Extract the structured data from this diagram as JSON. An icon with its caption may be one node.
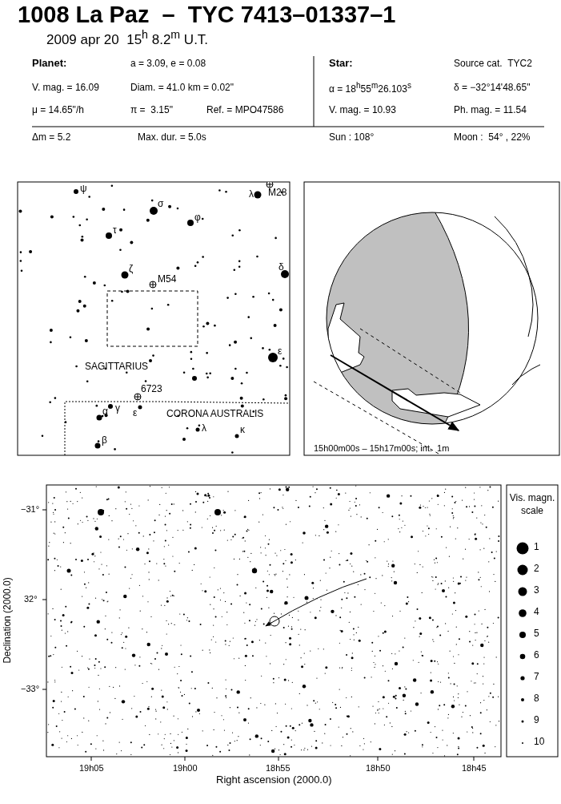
{
  "diagram": {
    "title": "1008 La Paz  –  TYC 7413–01337–1",
    "labels": [
      "2009 apr 20  15$^{h}$ 8.2$^{m}$ U.T.",
      "Planet:",
      "a = 3.09, e = 0.08",
      "Star:",
      "Source cat.  TYC2",
      "V. mag. = 16.09",
      "Diam. = 41.0 km = 0.02\"",
      "α = 18$^{h}$55$^{m}$26.103$^{s}$",
      "δ = −32°14'48.65\"",
      "μ = 14.65\"/h",
      "π =  3.15\"",
      "Ref. = MPO47586",
      "V. mag. = 10.93",
      "Ph. mag. = 11.54",
      "Δm = 5.2",
      "Max. dur. = 5.0s",
      "Sun : 108°",
      "Moon :  54° , 22%",
      "ψ",
      "σ",
      "φ",
      "τ",
      "λ",
      "M28",
      "ζ",
      "δ",
      "M54",
      "SAGITTARIUS",
      "ε",
      "6723",
      "γ",
      "α",
      "ε",
      "CORONA AUSTRALIS",
      "λ",
      "κ",
      "β",
      "15h00m00s – 15h17m00s; int.  1m",
      "−31°",
      "32°",
      "−33°",
      "19h05",
      "19h00",
      "18h55",
      "18h50",
      "18h45",
      "Declination (2000.0)",
      "Right ascension (2000.0)",
      "Vis. magn. scale"
    ],
    "legend": [
      {
        "text": "1"
      },
      {
        "text": "2"
      },
      {
        "text": "3"
      },
      {
        "text": "4"
      },
      {
        "text": "5"
      },
      {
        "text": "6"
      },
      {
        "text": "7"
      },
      {
        "text": "8"
      },
      {
        "text": "9"
      },
      {
        "text": "10"
      }
    ]
  }
}
